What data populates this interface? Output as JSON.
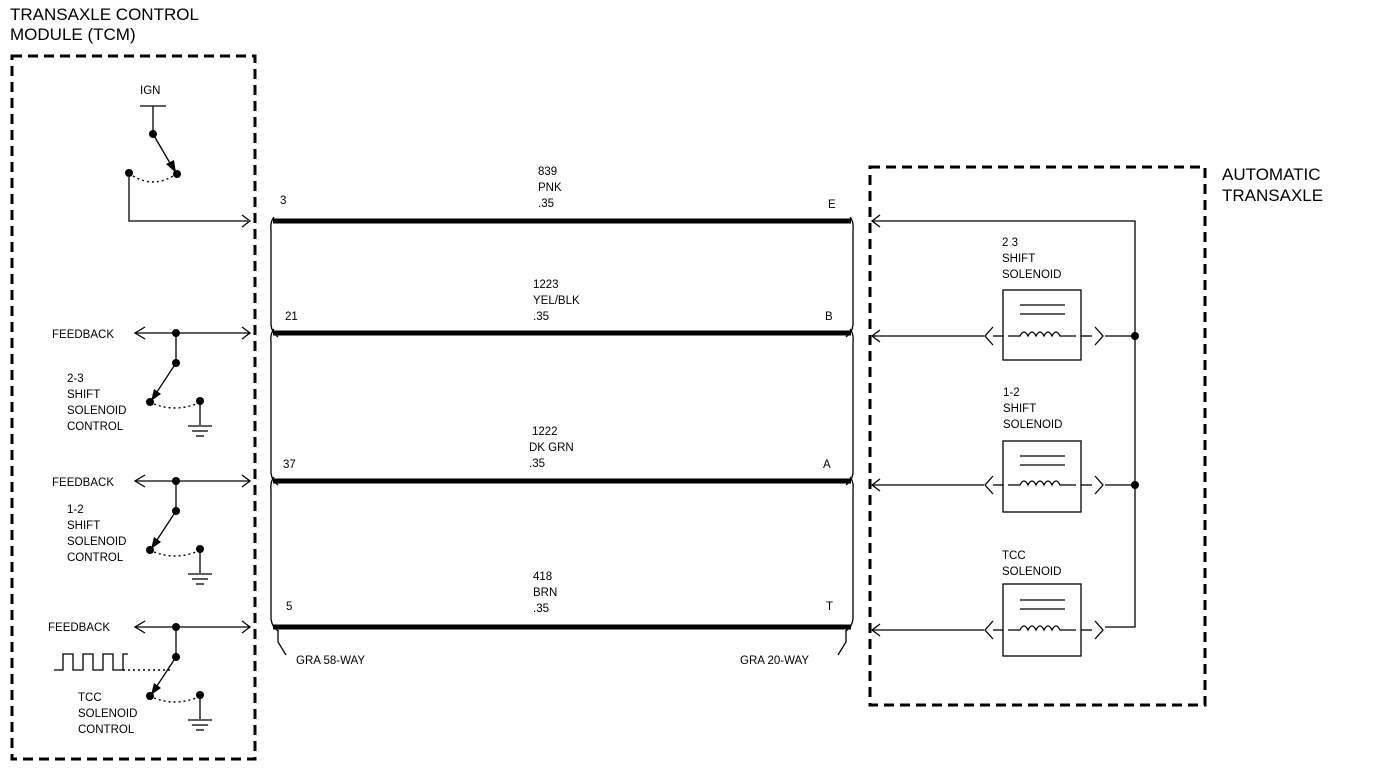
{
  "tcm": {
    "title_line1": "TRANSAXLE CONTROL",
    "title_line2": "MODULE (TCM)",
    "ign_label": "IGN",
    "feedback_label": "FEEDBACK",
    "solenoid_controls": [
      {
        "lines": [
          "2-3",
          "SHIFT",
          "SOLENOID",
          "CONTROL"
        ]
      },
      {
        "lines": [
          "1-2",
          "SHIFT",
          "SOLENOID",
          "CONTROL"
        ]
      },
      {
        "lines": [
          "TCC",
          "SOLENOID",
          "CONTROL"
        ]
      }
    ]
  },
  "transaxle": {
    "title_line1": "AUTOMATIC",
    "title_line2": "TRANSAXLE",
    "solenoids": [
      {
        "lines": [
          "2 3",
          "SHIFT",
          "SOLENOID"
        ]
      },
      {
        "lines": [
          "1-2",
          "SHIFT",
          "SOLENOID"
        ]
      },
      {
        "lines": [
          "TCC",
          "SOLENOID"
        ]
      }
    ]
  },
  "circuits": [
    {
      "circuit": "839",
      "color": "PNK",
      "gauge": ".35",
      "tcm_pin": "3",
      "transaxle_pin": "E"
    },
    {
      "circuit": "1223",
      "color": "YEL/BLK",
      "gauge": ".35",
      "tcm_pin": "21",
      "transaxle_pin": "B"
    },
    {
      "circuit": "1222",
      "color": "DK GRN",
      "gauge": ".35",
      "tcm_pin": "37",
      "transaxle_pin": "A"
    },
    {
      "circuit": "418",
      "color": "BRN",
      "gauge": ".35",
      "tcm_pin": "5",
      "transaxle_pin": "T"
    }
  ],
  "connectors": {
    "tcm_connector": "GRA 58-WAY",
    "transaxle_connector": "GRA 20-WAY"
  }
}
